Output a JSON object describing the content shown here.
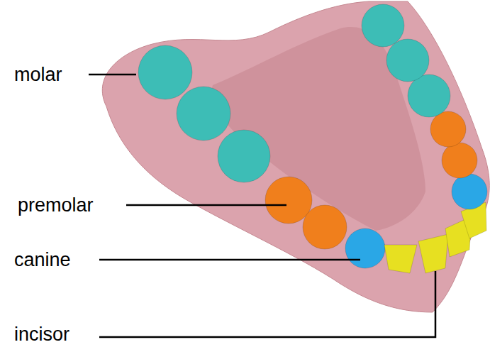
{
  "diagram": {
    "labels": [
      "molar",
      "premolar",
      "canine",
      "incisor"
    ]
  }
}
